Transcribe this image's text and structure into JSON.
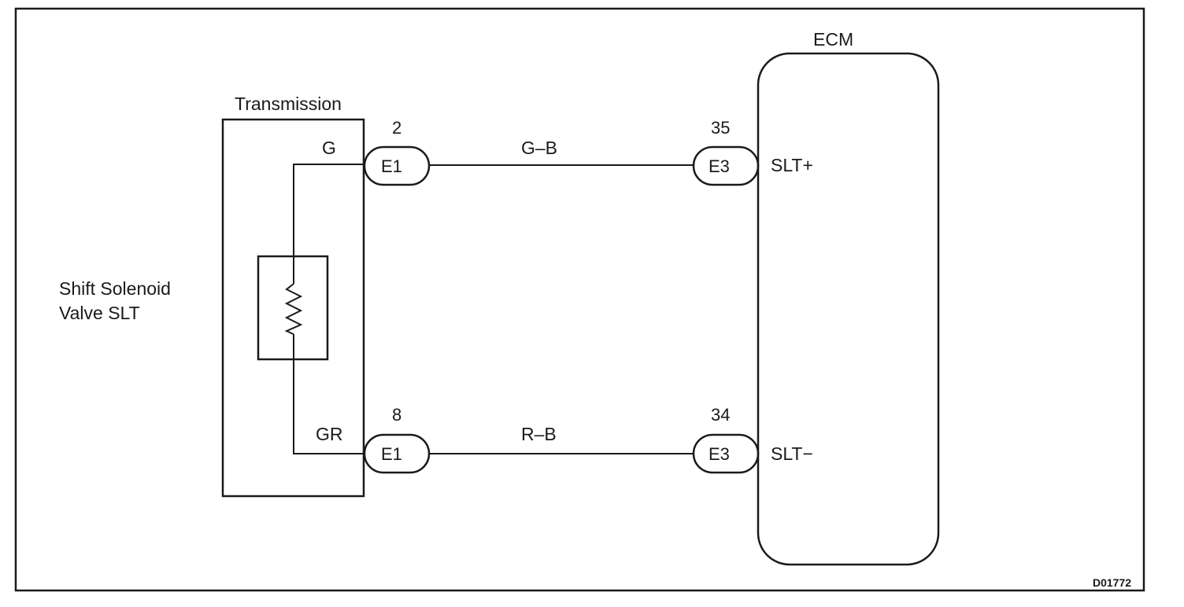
{
  "title": "",
  "component": {
    "name_line1": "Shift Solenoid",
    "name_line2": "Valve SLT"
  },
  "transmission": {
    "label": "Transmission",
    "terminal_top": "G",
    "terminal_bottom": "GR"
  },
  "ecm": {
    "label": "ECM",
    "terminal_top": "SLT+",
    "terminal_bottom": "SLT−"
  },
  "connectors": [
    {
      "id": "E1",
      "pin": "2"
    },
    {
      "id": "E1",
      "pin": "8"
    },
    {
      "id": "E3",
      "pin": "35"
    },
    {
      "id": "E3",
      "pin": "34"
    }
  ],
  "wires": [
    {
      "color_code": "G–B"
    },
    {
      "color_code": "R–B"
    }
  ],
  "figure_code": "D01772"
}
